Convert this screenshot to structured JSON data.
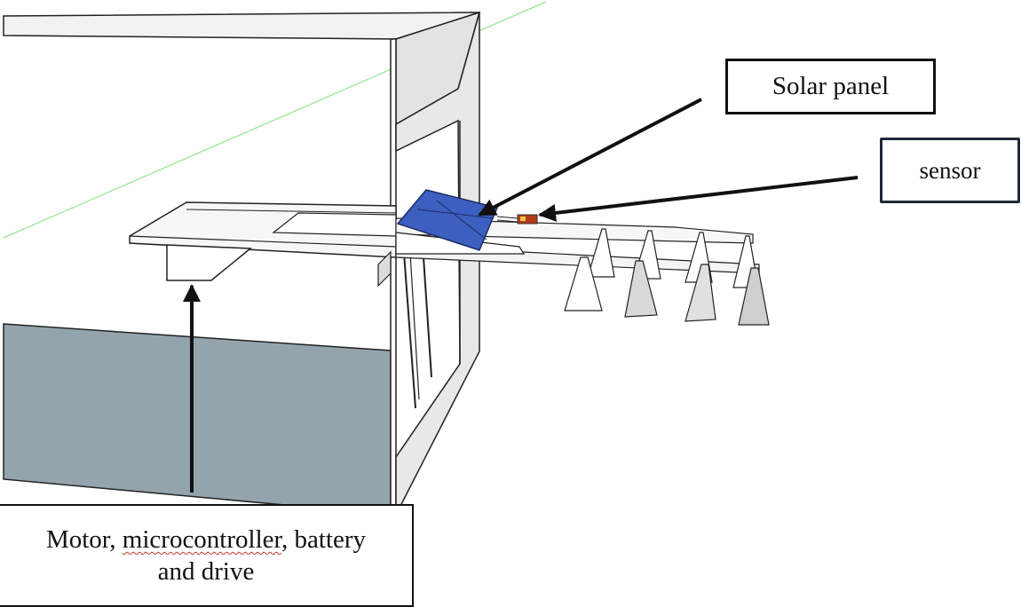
{
  "labels": {
    "solar_panel": "Solar panel",
    "sensor": "sensor",
    "motor_line1_part1": "Motor, ",
    "motor_line1_part2": "microcontroller",
    "motor_line1_part3": ", battery",
    "motor_line2": "and drive"
  },
  "colors": {
    "solar_panel": "#3d5fbf",
    "sensor": "#b33a1a",
    "water": "#93a4ad",
    "frame": "#e6e6e6",
    "guide_line": "#7ee07e"
  },
  "icons": {
    "arrows": "arrow-icon"
  }
}
